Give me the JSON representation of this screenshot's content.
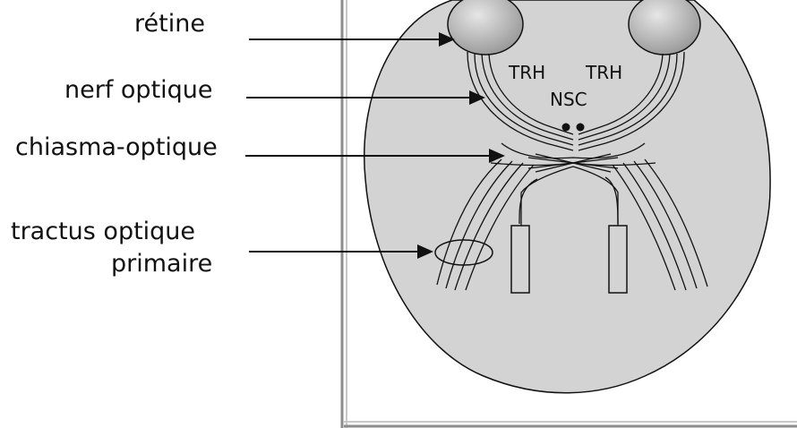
{
  "labels": {
    "retine": "rétine",
    "nerf_optique": "nerf optique",
    "chiasma": "chiasma-optique",
    "tractus_line1": "tractus optique",
    "tractus_line2": "primaire"
  },
  "diagram_labels": {
    "trh_left": "TRH",
    "trh_right": "TRH",
    "nsc": "NSC"
  },
  "colors": {
    "head_fill": "#d3d3d3",
    "eye_fill": "#b5b5b5",
    "frame": "#9a9a9a"
  }
}
